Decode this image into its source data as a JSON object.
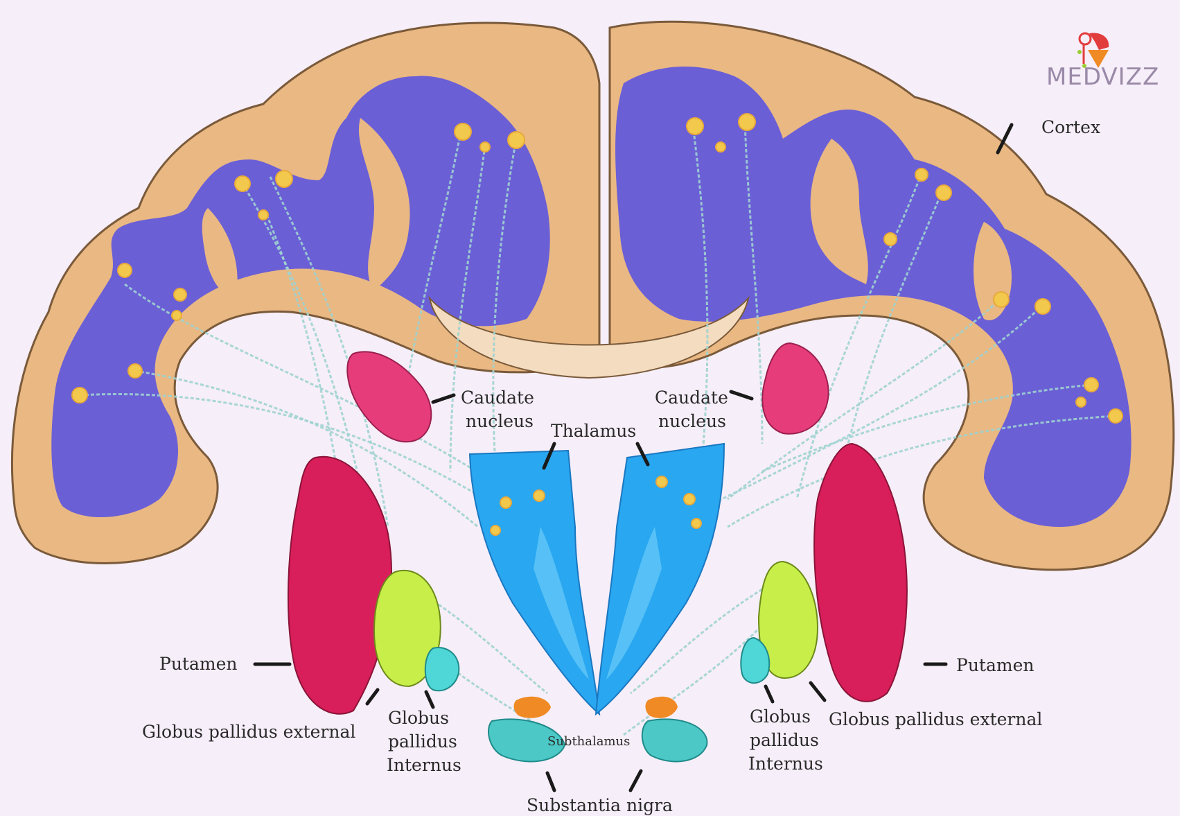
{
  "brand": {
    "name": "MEDVIZZ"
  },
  "colors": {
    "background": "#f6eef8",
    "gray_matter": "#e9b883",
    "white_matter": "#6b5fd6",
    "thalamus": "#29a7f0",
    "caudate": "#e63d7a",
    "putamen": "#d81e5b",
    "globus_pallidus_external": "#c8ee4a",
    "globus_pallidus_internus": "#4fd6d6",
    "subthalamus": "#f08a24",
    "substantia_nigra": "#4cc9c6",
    "tracts": "#9fd3d0"
  },
  "labels": {
    "cortex": "Cortex",
    "caudate_left": [
      "Caudate",
      "nucleus"
    ],
    "caudate_right": [
      "Caudate",
      "nucleus"
    ],
    "thalamus": "Thalamus",
    "putamen_left": "Putamen",
    "putamen_right": "Putamen",
    "gpe_left": "Globus pallidus external",
    "gpe_right": "Globus pallidus external",
    "gpi_left": [
      "Globus",
      "pallidus",
      "Internus"
    ],
    "gpi_right": [
      "Globus",
      "pallidus",
      "Internus"
    ],
    "subthalamus": "Subthalamus",
    "substantia_nigra": "Substantia nigra"
  }
}
